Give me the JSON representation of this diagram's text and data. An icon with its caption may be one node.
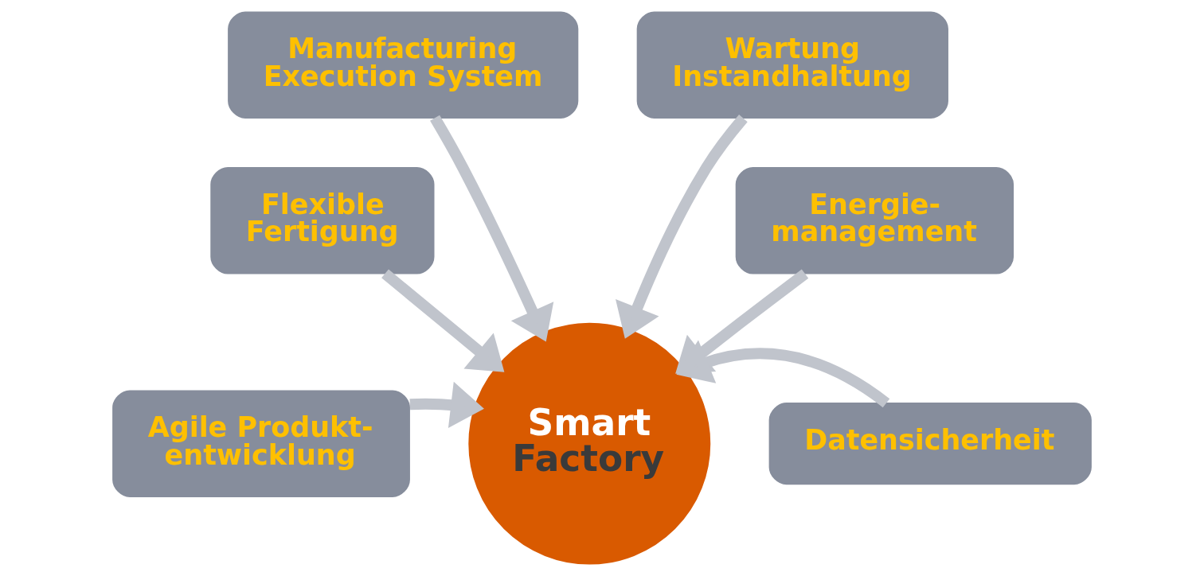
{
  "diagram": {
    "nodes": [
      {
        "text": [
          "Manufacturing Execution System"
        ]
      },
      {
        "text": [
          "Wartung Instandhaltung"
        ]
      },
      {
        "text": [
          "Flexible Fertigung"
        ]
      },
      {
        "text": [
          "Energie- management"
        ]
      },
      {
        "text": [
          "Agile Produkt- entwicklung"
        ]
      },
      {
        "text": [
          "Smart",
          "Factory"
        ]
      },
      {
        "text": [
          "Datensicherheit"
        ]
      }
    ],
    "edges": [
      {
        "from": 0,
        "to": 5,
        "arrow": "to"
      },
      {
        "from": 1,
        "to": 5,
        "arrow": "to"
      },
      {
        "from": 2,
        "to": 5,
        "arrow": "to"
      },
      {
        "from": 3,
        "to": 5,
        "arrow": "to"
      },
      {
        "from": 4,
        "to": 5,
        "arrow": "to"
      },
      {
        "from": 6,
        "to": 5,
        "arrow": "to"
      }
    ]
  }
}
